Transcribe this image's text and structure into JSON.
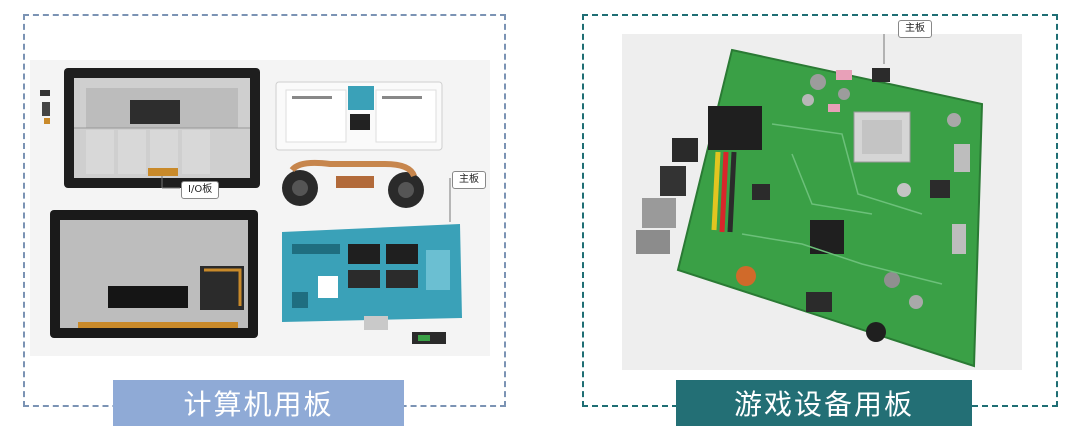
{
  "left_panel": {
    "caption": "计算机用板",
    "callouts": {
      "io_board": "I/O板",
      "mainboard": "主板"
    }
  },
  "right_panel": {
    "caption": "游戏设备用板",
    "callouts": {
      "mainboard": "主板"
    }
  },
  "colors": {
    "left_caption_bg": "#8faad6",
    "right_caption_bg": "#236f75",
    "pcb_blue": "#3aa1b8",
    "pcb_green": "#3aa046"
  }
}
